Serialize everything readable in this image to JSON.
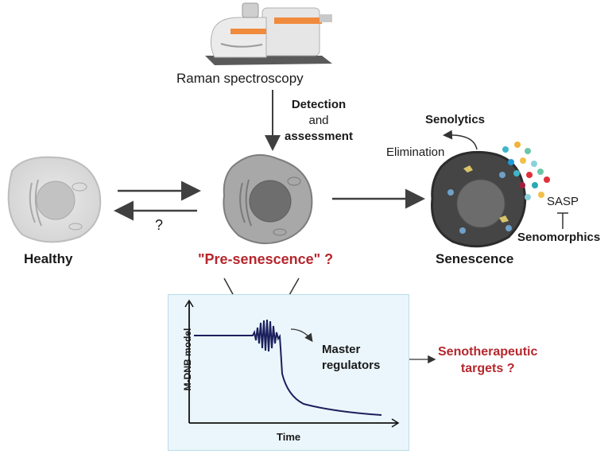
{
  "labels": {
    "raman": "Raman spectroscopy",
    "detection": "Detection",
    "and": "and",
    "assessment": "assessment",
    "question_back": "?",
    "healthy": "Healthy",
    "pre_senescence": "\"Pre-senescence\" ?",
    "senescence": "Senescence",
    "senolytics": "Senolytics",
    "elimination": "Elimination",
    "sasp": "SASP",
    "senomorphics": "Senomorphics",
    "master_line1": "Master",
    "master_line2": "regulators",
    "y_axis": "M-DNB model",
    "x_axis": "Time",
    "senotherapeutic_line1": "Senotherapeutic",
    "senotherapeutic_line2": "targets ?"
  },
  "colors": {
    "accent_red": "#b5272d",
    "model_box_bg": "#eaf6fb",
    "curve": "#1b1f5c",
    "arrow": "#404040"
  },
  "icons": {
    "spectrometer": "raman-spectrometer-icon",
    "healthy_cell": "healthy-cell-icon",
    "pre_senescent_cell": "pre-senescent-cell-icon",
    "senescent_cell": "senescent-cell-icon"
  }
}
